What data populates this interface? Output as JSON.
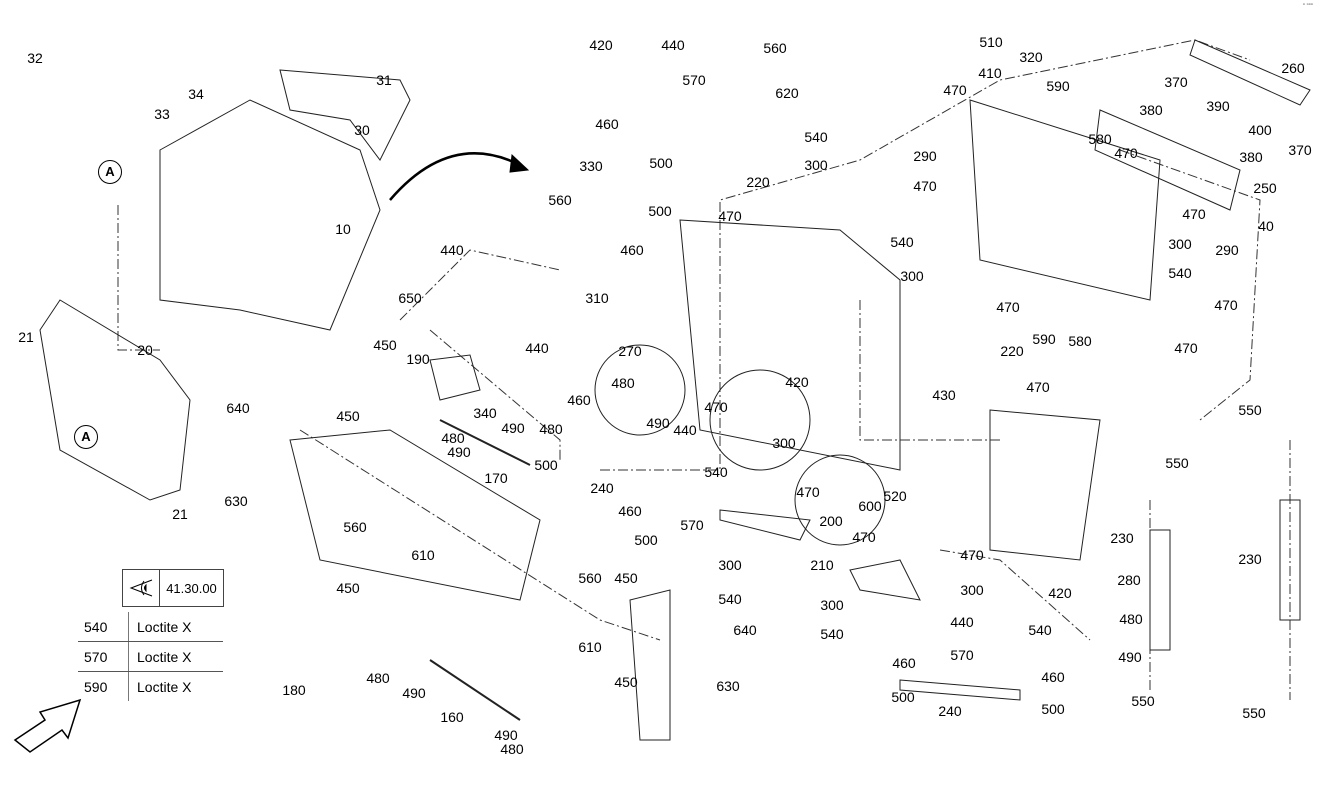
{
  "corner_mark": "▫ ▫▫▫",
  "reference_box": {
    "icon": "eye-view-icon",
    "number": "41.30.00"
  },
  "notes": [
    {
      "part": "540",
      "text": "Loctite X"
    },
    {
      "part": "570",
      "text": "Loctite X"
    },
    {
      "part": "590",
      "text": "Loctite X"
    }
  ],
  "detail_markers": [
    "A",
    "A"
  ],
  "callouts": [
    "32",
    "33",
    "34",
    "31",
    "30",
    "10",
    "21",
    "20",
    "640",
    "630",
    "21",
    "420",
    "440",
    "560",
    "570",
    "620",
    "460",
    "330",
    "500",
    "560",
    "500",
    "460",
    "440",
    "310",
    "650",
    "450",
    "190",
    "440",
    "270",
    "480",
    "490",
    "460",
    "340",
    "480",
    "490",
    "490",
    "480",
    "170",
    "450",
    "560",
    "610",
    "450",
    "480",
    "490",
    "180",
    "160",
    "490",
    "480",
    "560",
    "450",
    "610",
    "640",
    "630",
    "450",
    "500",
    "240",
    "460",
    "500",
    "570",
    "540",
    "440",
    "470",
    "300",
    "420",
    "470",
    "200",
    "600",
    "520",
    "470",
    "300",
    "540",
    "210",
    "300",
    "540",
    "470",
    "300",
    "420",
    "540",
    "440",
    "570",
    "460",
    "460",
    "500",
    "240",
    "500",
    "480",
    "490",
    "280",
    "230",
    "550",
    "550",
    "230",
    "550",
    "550",
    "540",
    "300",
    "220",
    "470",
    "540",
    "300",
    "470",
    "590",
    "580",
    "220",
    "470",
    "430",
    "510",
    "320",
    "410",
    "470",
    "590",
    "580",
    "290",
    "470",
    "370",
    "260",
    "380",
    "390",
    "400",
    "370",
    "380",
    "250",
    "470",
    "40",
    "470",
    "300",
    "290",
    "540",
    "470",
    "470"
  ]
}
